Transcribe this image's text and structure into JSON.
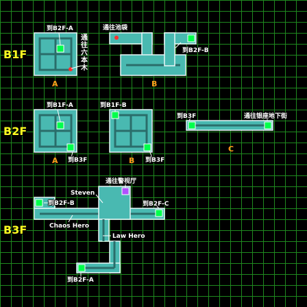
{
  "colors": {
    "background": "#000000",
    "grid": "#1f8a1f",
    "room": "#49b9b1",
    "room_border": "#e8f8f8",
    "corridor": "#2a6d6a",
    "floor_label": "#ffff22",
    "marker": "#ff9a1a"
  },
  "floors": {
    "b1f": "B1F",
    "b2f": "B2F",
    "b3f": "B3F"
  },
  "labels": {
    "b1f_to_b2f_a": "到B2F-A",
    "b1f_to_ikebukuro": "通往池袋",
    "b1f_to_roppongi": "通往六本木",
    "b1f_to_b2f_b": "到B2F-B",
    "b2f_to_b1f_a": "到B1F-A",
    "b2f_to_b1f_b": "到B1F-B",
    "b2f_to_b3f_1": "到B3F",
    "b2f_to_b3f_2": "到B3F",
    "b2f_to_b3f_3": "到B3F",
    "b2f_to_ginza": "通往银座地下街",
    "b3f_to_police": "通往警视厅",
    "b3f_steven": "Steven",
    "b3f_to_b2f_b": "到B2F-B",
    "b3f_to_b2f_c": "到B2F-C",
    "b3f_chaos_hero": "Chaos Hero",
    "b3f_law_hero": "Law Hero",
    "b3f_to_b2f_a": "到B2F-A"
  },
  "markers": {
    "b1f_a": "A",
    "b1f_b": "B",
    "b2f_a": "A",
    "b2f_b": "B",
    "b2f_c": "C"
  }
}
